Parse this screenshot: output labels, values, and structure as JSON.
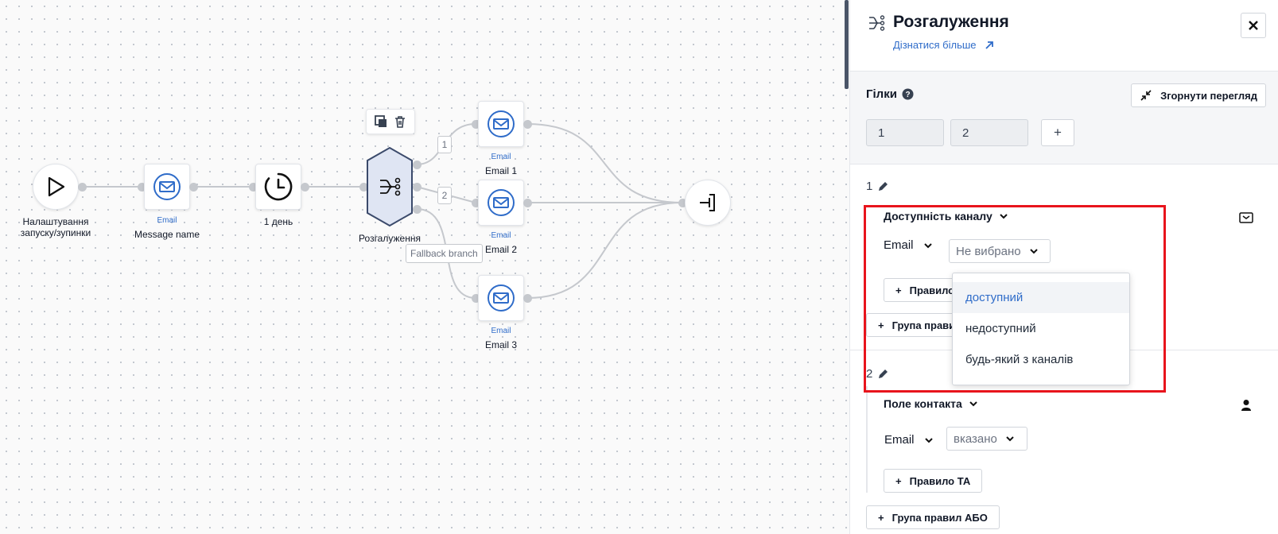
{
  "canvas": {
    "nodes": {
      "start": {
        "caption": "Налаштування\nзапуску/зупинки"
      },
      "email_main": {
        "sub": "Email",
        "caption": "Message name"
      },
      "delay": {
        "caption": "1 день"
      },
      "splitter": {
        "caption": "Розгалуження"
      },
      "email1": {
        "sub": "Email",
        "caption": "Email 1"
      },
      "email2": {
        "sub": "Email",
        "caption": "Email 2"
      },
      "email3": {
        "sub": "Email",
        "caption": "Email 3"
      }
    },
    "branch_labels": [
      "1",
      "2"
    ],
    "fallback_label": "Fallback branch",
    "toolbar": {
      "copy_icon": "copy-icon",
      "delete_icon": "trash-icon"
    }
  },
  "panel": {
    "title": "Розгалуження",
    "learn_more": "Дізнатися більше",
    "branches": {
      "label": "Гілки",
      "collapse_label": "Згорнути перегляд",
      "tabs": [
        "1",
        "2"
      ],
      "add_label": "+"
    },
    "branch1": {
      "number": "1",
      "condition_title": "Доступність каналу",
      "field": "Email",
      "value_placeholder": "Не вибрано",
      "rule_and_label": "Правило ТА",
      "group_or_label": "Група правил АБО",
      "dropdown_options": [
        "доступний",
        "недоступний",
        "будь-який з каналів"
      ],
      "selected_option": "доступний"
    },
    "branch2": {
      "number": "2",
      "condition_title": "Поле контакта",
      "field": "Email",
      "value": "вказано",
      "rule_and_label": "Правило ТА",
      "group_or_label": "Група правил АБО"
    }
  },
  "colors": {
    "accent": "#2f6cc9",
    "highlight": "#e8141c",
    "splitter_fill": "#dfe5f3"
  }
}
